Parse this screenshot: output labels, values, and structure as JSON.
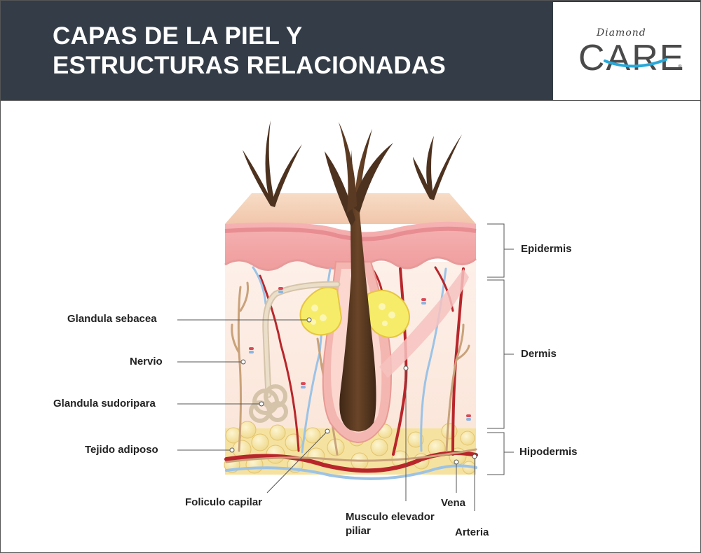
{
  "header": {
    "title_line1": "CAPAS DE LA PIEL Y",
    "title_line2": "ESTRUCTURAS RELACIONADAS",
    "background_color": "#343d47"
  },
  "logo": {
    "top_text": "Diamond",
    "main_text": "CARE",
    "registered_mark": "®",
    "swoosh_color": "#29a8d8"
  },
  "labels_left": {
    "sebaceous": "Glandula sebacea",
    "nerve": "Nervio",
    "sweat": "Glandula sudoripara",
    "adipose": "Tejido adiposo"
  },
  "labels_bottom": {
    "follicle": "Foliculo capilar",
    "muscle_line1": "Musculo elevador",
    "muscle_line2": "piliar",
    "vein": "Vena",
    "artery": "Arteria"
  },
  "layers": {
    "epidermis": "Epidermis",
    "dermis": "Dermis",
    "hypodermis": "Hipodermis"
  },
  "colors": {
    "artery": "#b8262b",
    "vein": "#9cc3e6",
    "nerve": "#c9a27a",
    "fat": "#f6e7a8",
    "epidermis": "#f3a9a9",
    "hair": "#5a3a22"
  }
}
